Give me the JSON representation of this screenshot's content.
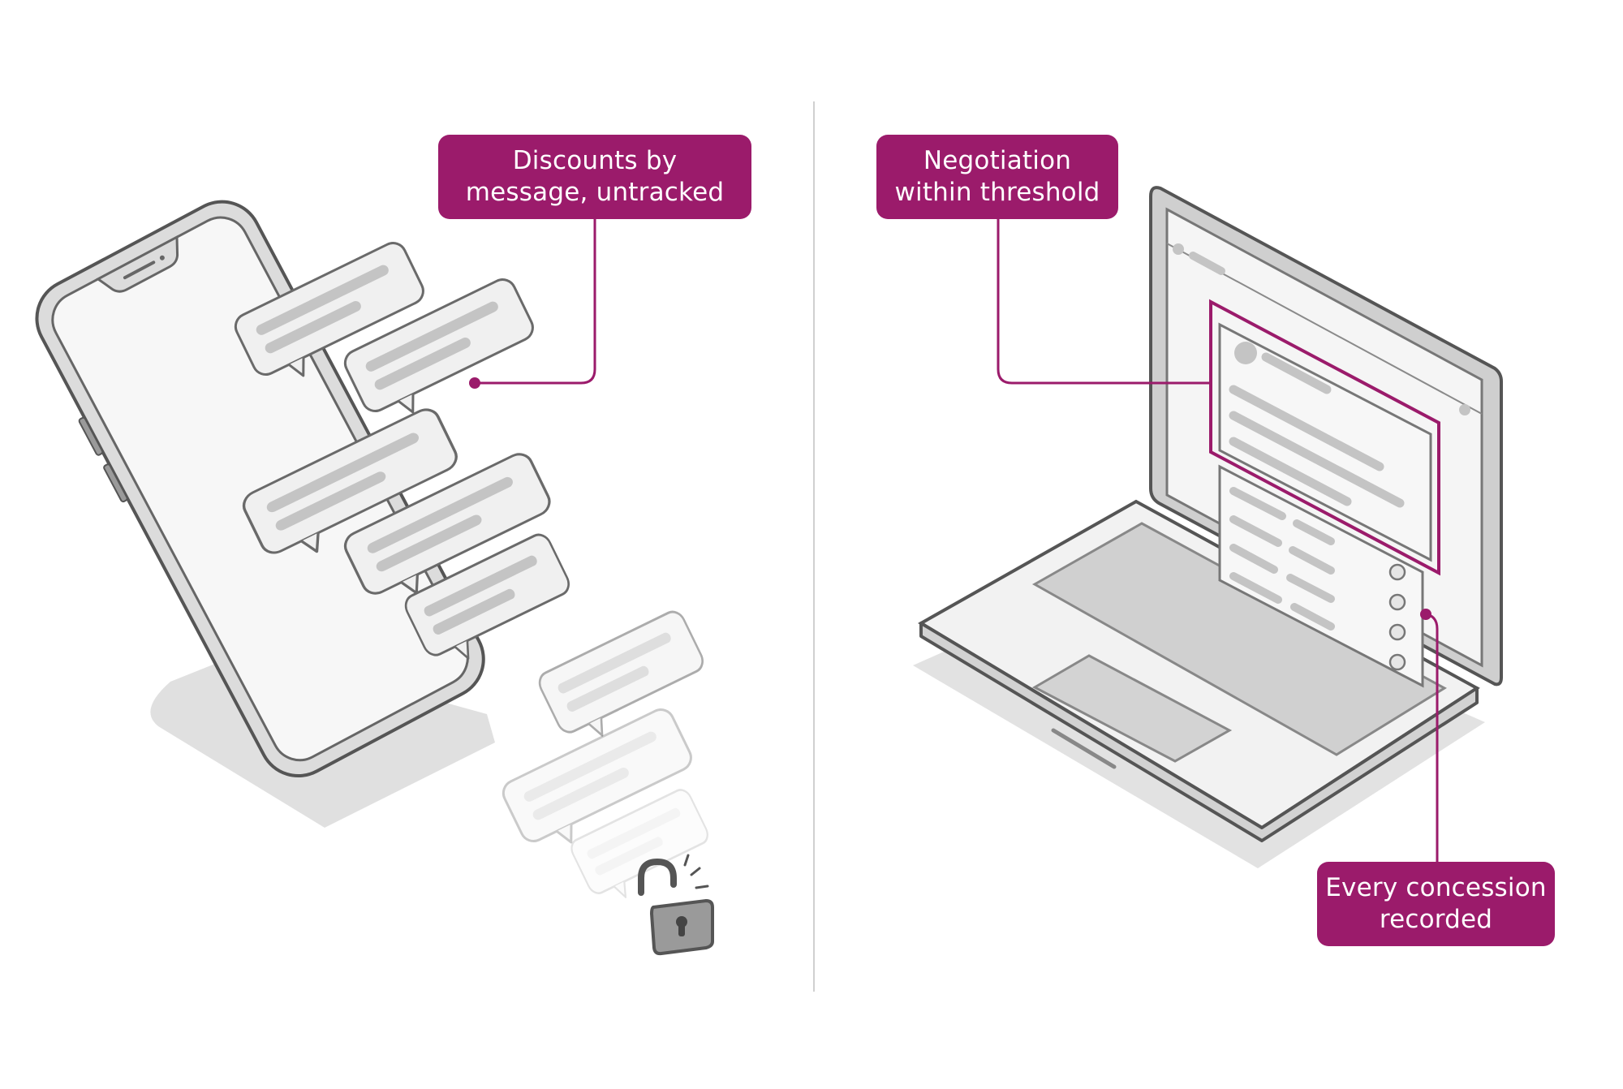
{
  "left_panel": {
    "callout": {
      "line1": "Discounts by",
      "line2": "message, untracked"
    },
    "device": "phone",
    "lock_icon": "unlocked-padlock-icon"
  },
  "right_panel": {
    "callout_top": {
      "line1": "Negotiation",
      "line2": "within threshold"
    },
    "callout_bottom": {
      "line1": "Every concession",
      "line2": "recorded"
    },
    "device": "laptop"
  },
  "colors": {
    "accent": "#9b1b6b",
    "outline": "#555555",
    "fill_light": "#f2f2f2",
    "placeholder_bar": "#c4c4c4",
    "shadow": "#dedede",
    "divider": "#cfcfcf"
  }
}
